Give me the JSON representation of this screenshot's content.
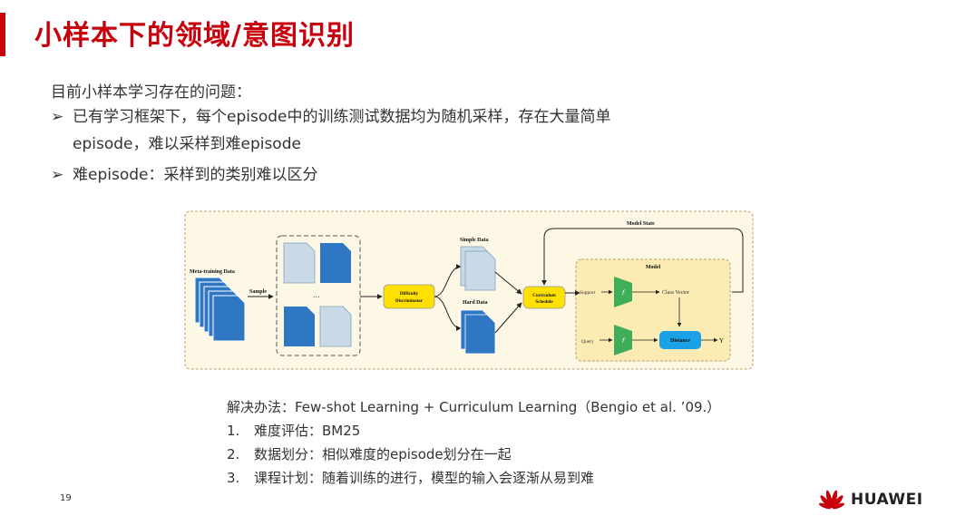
{
  "slide": {
    "title": "小样本下的领域/意图识别",
    "intro": "目前小样本学习存在的问题：",
    "bullets": [
      {
        "mark": "➢",
        "line1": "已有学习框架下，每个episode中的训练测试数据均为随机采样，存在大量简单",
        "line2": "episode，难以采样到难episode"
      },
      {
        "mark": "➢",
        "line1": "难episode：采样到的类别难以区分"
      }
    ],
    "solution": {
      "heading": "解决办法：Few-shot Learning + Curriculum Learning（Bengio et al. ’09.）",
      "items": [
        {
          "num": "1.",
          "text": "难度评估：BM25"
        },
        {
          "num": "2.",
          "text": "数据划分：相似难度的episode划分在一起"
        },
        {
          "num": "3.",
          "text": "课程计划：随着训练的进行，模型的输入会逐渐从易到难"
        }
      ]
    },
    "page_number": "19",
    "logo_text": "HUAWEI"
  },
  "diagram": {
    "meta_training": "Meta-training Data",
    "sample": "Sample",
    "ellipsis": "...",
    "difficulty_line1": "Difficulty",
    "difficulty_line2": "Discriminator",
    "simple_data": "Simple Data",
    "hard_data": "Hard Data",
    "curriculum_line1": "Curriculum",
    "curriculum_line2": "Schedule",
    "model_state": "Model State",
    "model": "Model",
    "support": "Support",
    "query": "Query",
    "class_vector": "Class Vector",
    "distance": "Distance",
    "y": "Y",
    "encoder_glyph": "f"
  },
  "colors": {
    "accent": "#c7000b",
    "diagram_bg": "#fdf7e6",
    "model_bg": "#fcebb3",
    "yellow_box": "#ffe000",
    "blue_box": "#1aa1e6",
    "green_encoder": "#3fae5a",
    "doc_blue": "#2f77c3",
    "doc_light": "#c9dae6"
  }
}
